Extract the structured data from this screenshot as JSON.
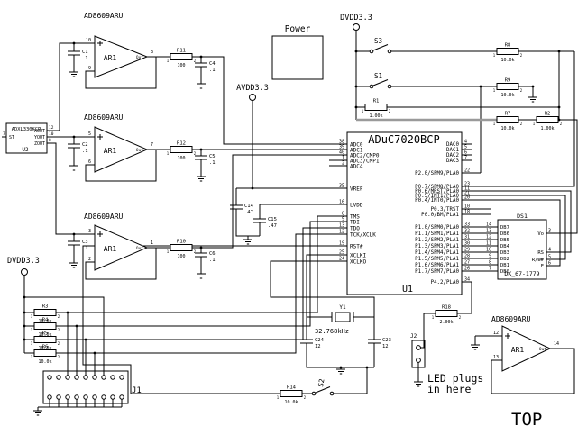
{
  "labels": {
    "power": "Power",
    "dvdd_top": "DVDD3.3",
    "dvdd_left": "DVDD3.3",
    "avdd": "AVDD3.3",
    "top_marker": "TOP",
    "led_note_1": "LED plugs",
    "led_note_2": "in here"
  },
  "u1": {
    "ref": "U1",
    "part": "ADuC7020BCP",
    "left": [
      {
        "n": "38",
        "name": "ADC0"
      },
      {
        "n": "39",
        "name": "ADC1"
      },
      {
        "n": "40",
        "name": "ADC2/CMP0"
      },
      {
        "n": "1",
        "name": "ADC3/CMP1"
      },
      {
        "n": "2",
        "name": "ADC4"
      },
      {
        "n": "35",
        "name": "VREF"
      },
      {
        "n": "16",
        "name": "LVDD"
      },
      {
        "n": "8",
        "name": "TMS"
      },
      {
        "n": "9",
        "name": "TDI"
      },
      {
        "n": "13",
        "name": "TDO"
      },
      {
        "n": "12",
        "name": "TCK/XCLK"
      },
      {
        "n": "19",
        "name": "RST#"
      },
      {
        "n": "25",
        "name": "XCLKI"
      },
      {
        "n": "24",
        "name": "XCLKO"
      }
    ],
    "right": [
      {
        "n": "4",
        "name": "DAC0"
      },
      {
        "n": "5",
        "name": "DAC1"
      },
      {
        "n": "6",
        "name": "DAC2"
      },
      {
        "n": "7",
        "name": "DAC3"
      },
      {
        "n": "22",
        "name": "P2.0/SPM9/PLA0"
      },
      {
        "n": "23",
        "name": "P0.7/SPM8/PLA0"
      },
      {
        "n": "11",
        "name": "P0.6/MRST/PLA0"
      },
      {
        "n": "21",
        "name": "P0.5/INT1/PLA0"
      },
      {
        "n": "20",
        "name": "P0.4/INT0/PLA0"
      },
      {
        "n": "10",
        "name": "P0.3/TRST"
      },
      {
        "n": "18",
        "name": "P0.0/BM/PLA1"
      },
      {
        "n": "33",
        "name": "P1.0/SPM0/PLA0"
      },
      {
        "n": "32",
        "name": "P1.1/SPM1/PLA1"
      },
      {
        "n": "31",
        "name": "P1.2/SPM2/PLA1"
      },
      {
        "n": "30",
        "name": "P1.3/SPM3/PLA1"
      },
      {
        "n": "29",
        "name": "P1.4/SPM4/PLA1"
      },
      {
        "n": "28",
        "name": "P1.5/SPM5/PLA1"
      },
      {
        "n": "27",
        "name": "P1.6/SPM6/PLA1"
      },
      {
        "n": "26",
        "name": "P1.7/SPM7/PLA0"
      },
      {
        "n": "34",
        "name": "P4.2/PLA0"
      }
    ]
  },
  "u2": {
    "ref": "U2",
    "part": "ADXL330KCP",
    "right_pins": [
      {
        "n": "12",
        "name": "XOUT"
      },
      {
        "n": "10",
        "name": "YOUT"
      },
      {
        "n": "8",
        "name": "ZOUT"
      }
    ],
    "left_pin": {
      "n": "7",
      "name": "ST"
    }
  },
  "ds1": {
    "ref": "DS1",
    "part": "DK_67-1779",
    "left": [
      {
        "n": "14",
        "name": "DB7"
      },
      {
        "n": "13",
        "name": "DB6"
      },
      {
        "n": "12",
        "name": "DB5"
      },
      {
        "n": "11",
        "name": "DB4"
      },
      {
        "n": "10",
        "name": "DB3"
      },
      {
        "n": "9",
        "name": "DB2"
      },
      {
        "n": "8",
        "name": "DB1"
      },
      {
        "n": "7",
        "name": "DB0"
      }
    ],
    "right": [
      {
        "n": "3",
        "name": "Vo"
      },
      {
        "n": "4",
        "name": "RS"
      },
      {
        "n": "5",
        "name": "R/W#"
      },
      {
        "n": "6",
        "name": "E"
      }
    ]
  },
  "opamps": [
    {
      "part": "AD8609ARU",
      "ref": "AR1",
      "plus": "10",
      "minus": "9",
      "out": "8",
      "out_label": "Out"
    },
    {
      "part": "AD8609ARU",
      "ref": "AR1",
      "plus": "5",
      "minus": "6",
      "out": "7",
      "out_label": "Out"
    },
    {
      "part": "AD8609ARU",
      "ref": "AR1",
      "plus": "3",
      "minus": "2",
      "out": "1",
      "out_label": "Out"
    },
    {
      "part": "AD8609ARU",
      "ref": "AR1",
      "plus": "12",
      "minus": "13",
      "out": "14",
      "out_label": "Out"
    }
  ],
  "resistors": {
    "R11": {
      "ref": "R11",
      "value": "100"
    },
    "R12": {
      "ref": "R12",
      "value": "100"
    },
    "R10": {
      "ref": "R10",
      "value": "100"
    },
    "R8": {
      "ref": "R8",
      "value": "10.0k"
    },
    "R9": {
      "ref": "R9",
      "value": "10.0k"
    },
    "R1": {
      "ref": "R1",
      "value": "1.00k"
    },
    "R7": {
      "ref": "R7",
      "value": "10.0k"
    },
    "R2": {
      "ref": "R2",
      "value": "1.00k"
    },
    "R3": {
      "ref": "R3",
      "value": "10.0k"
    },
    "R4": {
      "ref": "R4",
      "value": "10.0k"
    },
    "R5": {
      "ref": "R5",
      "value": "10.0k"
    },
    "R6": {
      "ref": "R6",
      "value": "10.0k"
    },
    "R14": {
      "ref": "R14",
      "value": "10.0k"
    },
    "R18": {
      "ref": "R18",
      "value": "2.00k"
    }
  },
  "capacitors": {
    "C1": {
      "ref": "C1",
      "value": ".1"
    },
    "C2": {
      "ref": "C2",
      "value": ".1"
    },
    "C3": {
      "ref": "C3",
      "value": ".1"
    },
    "C4": {
      "ref": "C4",
      "value": ".1"
    },
    "C5": {
      "ref": "C5",
      "value": ".1"
    },
    "C6": {
      "ref": "C6",
      "value": ".1"
    },
    "C14": {
      "ref": "C14",
      "value": ".47"
    },
    "C15": {
      "ref": "C15",
      "value": ".47"
    },
    "C24": {
      "ref": "C24",
      "value": "12"
    },
    "C23": {
      "ref": "C23",
      "value": "12"
    }
  },
  "switches": {
    "S1": "S1",
    "S2": "S2",
    "S3": "S3"
  },
  "connectors": {
    "J1": "J1",
    "J2": "J2"
  },
  "crystal": {
    "ref": "Y1",
    "freq": "32.768kHz"
  },
  "pin_generic": {
    "one": "1",
    "two": "2"
  }
}
